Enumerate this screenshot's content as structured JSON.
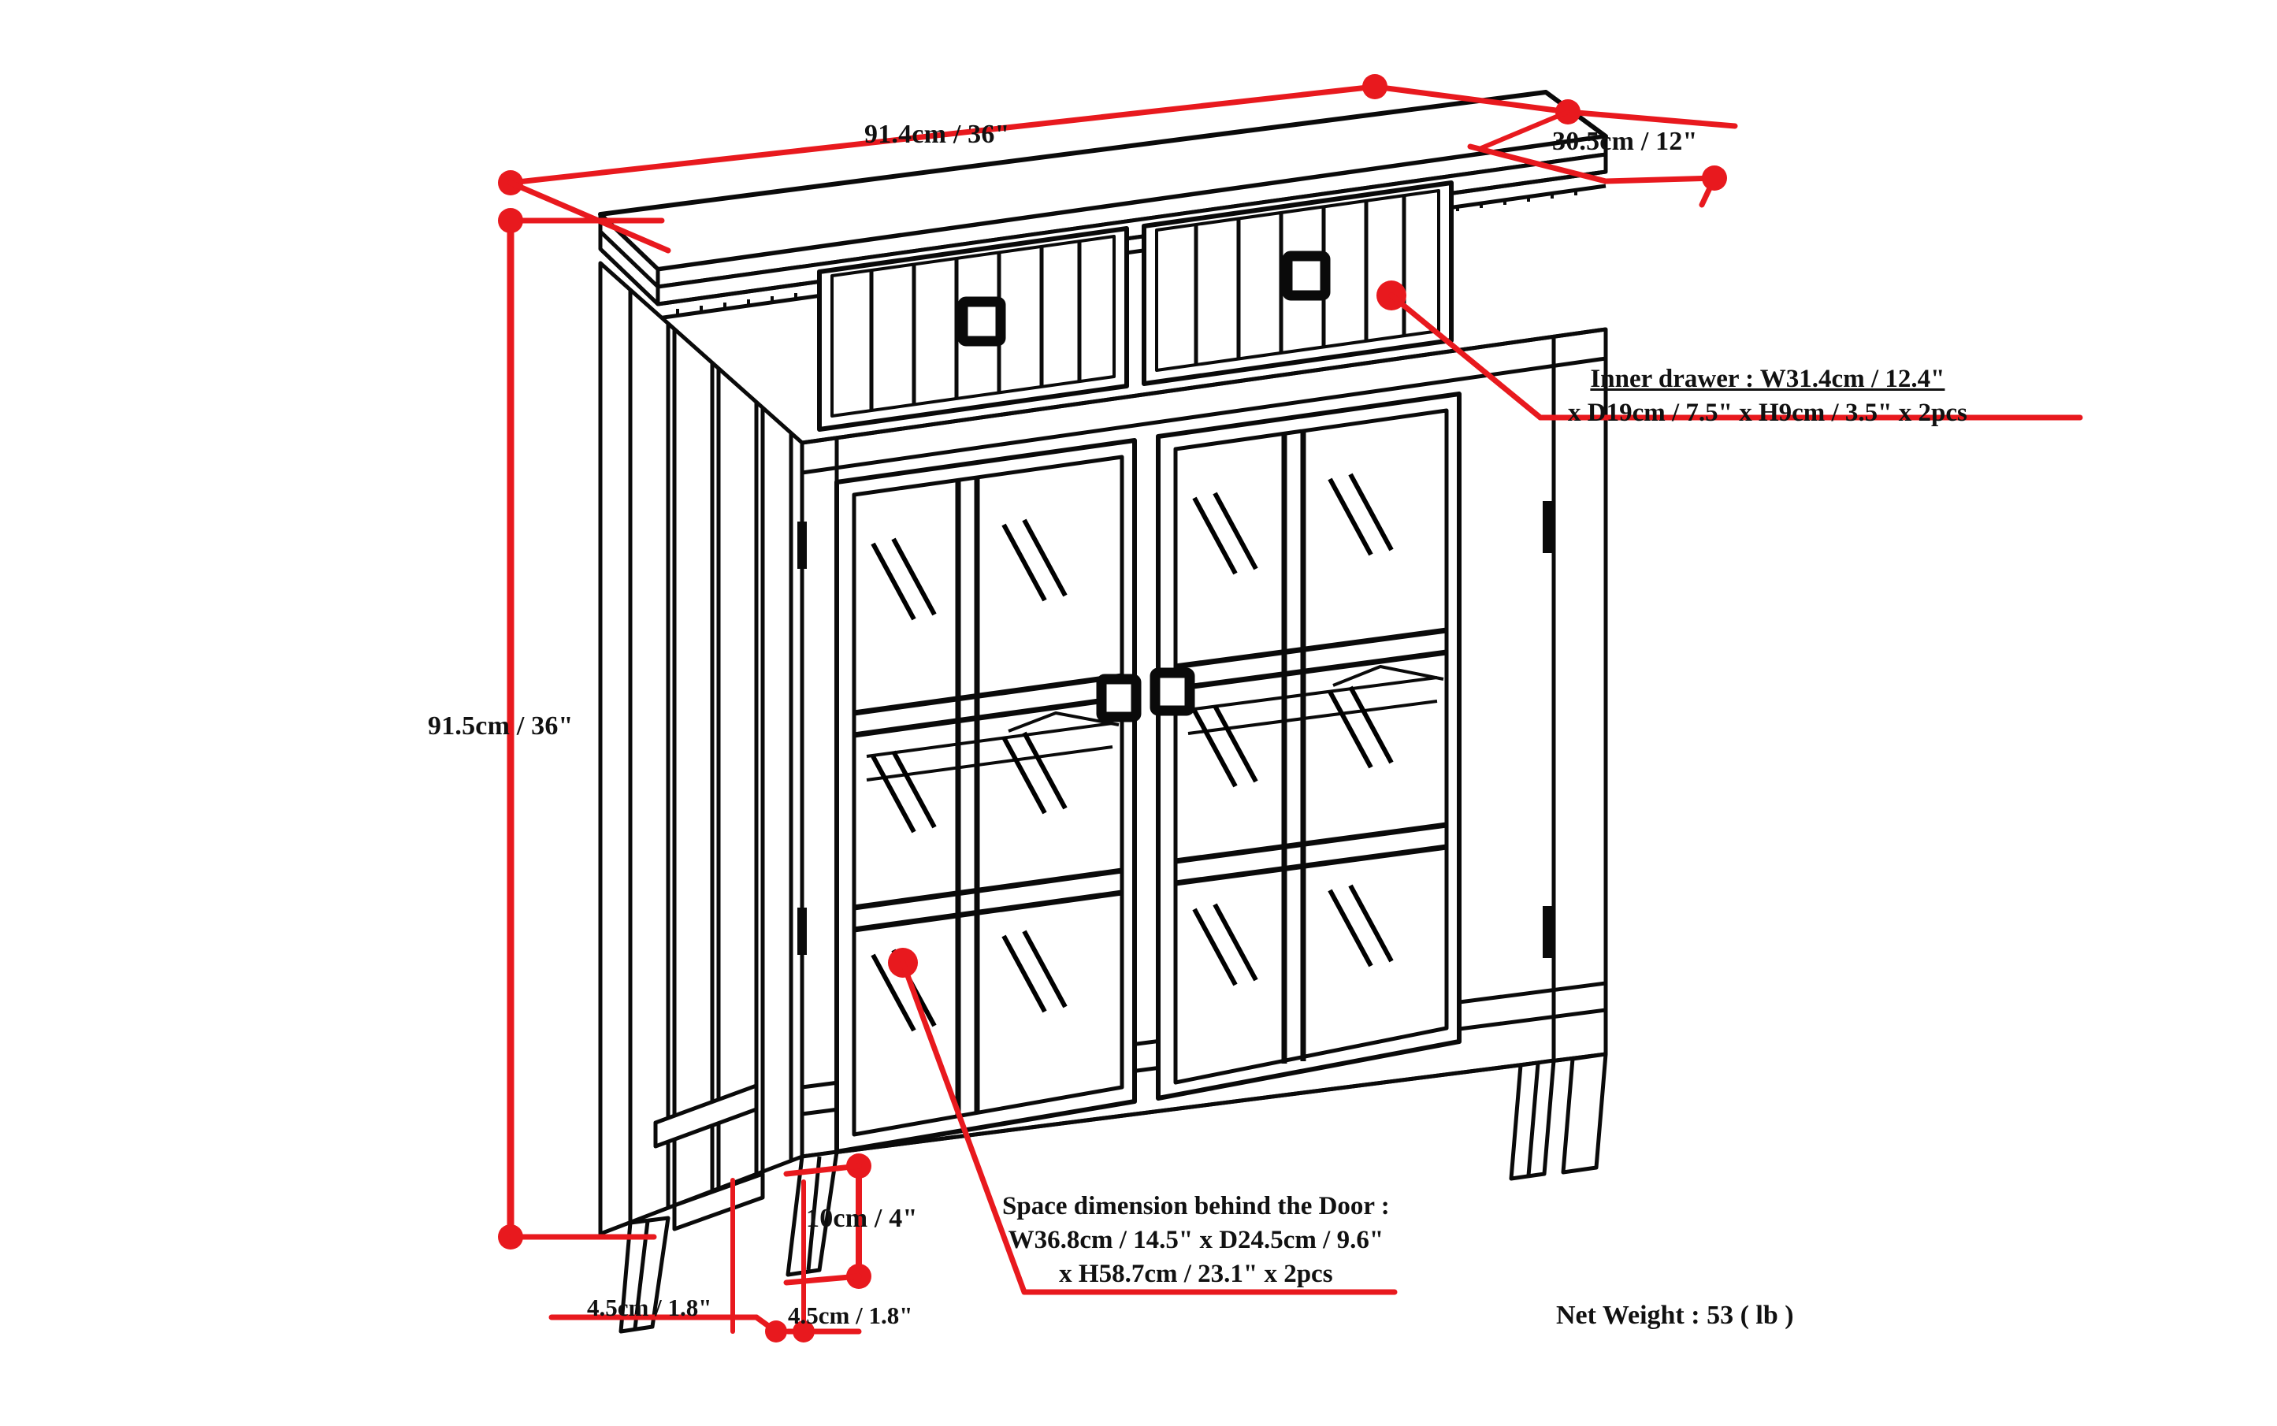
{
  "document": {
    "type": "furniture-dimension-diagram",
    "subject": "Glass door storage cabinet with two drawers",
    "line_color": "#000000",
    "accent_color": "#e8191e",
    "background_color": "#ffffff"
  },
  "dimensions": {
    "width": {
      "label": "91.4cm / 36\"",
      "axis": "width",
      "cm": 91.4,
      "inch": 36
    },
    "depth": {
      "label": "30.5cm / 12\"",
      "axis": "depth",
      "cm": 30.5,
      "inch": 12
    },
    "height": {
      "label": "91.5cm / 36\"",
      "axis": "height",
      "cm": 91.5,
      "inch": 36
    },
    "leg_height": {
      "label": "10cm / 4\"",
      "axis": "leg-height",
      "cm": 10,
      "inch": 4
    },
    "leg_width_left": {
      "label": "4.5cm / 1.8\"",
      "axis": "leg-width",
      "cm": 4.5,
      "inch": 1.8
    },
    "leg_width_right": {
      "label": "4.5cm / 1.8\"",
      "axis": "leg-width",
      "cm": 4.5,
      "inch": 1.8
    }
  },
  "callouts": {
    "inner_drawer": {
      "line1": "Inner drawer : W31.4cm / 12.4\"",
      "line2": "x D19cm / 7.5\" x H9cm / 3.5\" x 2pcs"
    },
    "behind_door": {
      "line1": "Space dimension behind the Door :",
      "line2": "W36.8cm / 14.5\" x D24.5cm / 9.6\"",
      "line3": "x H58.7cm / 23.1\" x 2pcs"
    }
  },
  "net_weight": {
    "label": "Net Weight : 53 ( lb )",
    "value": 53,
    "unit": "lb"
  },
  "parts": {
    "top_surface": "cabinet-top",
    "drawers": [
      {
        "name": "left-drawer",
        "knob": "square-knob"
      },
      {
        "name": "right-drawer",
        "knob": "square-knob"
      }
    ],
    "doors": [
      {
        "name": "left-glass-door",
        "knob": "square-knob",
        "panes": 6
      },
      {
        "name": "right-glass-door",
        "knob": "square-knob",
        "panes": 6
      }
    ],
    "shelves": 2,
    "legs": 4,
    "side_panel": "slatted-side-panel"
  }
}
